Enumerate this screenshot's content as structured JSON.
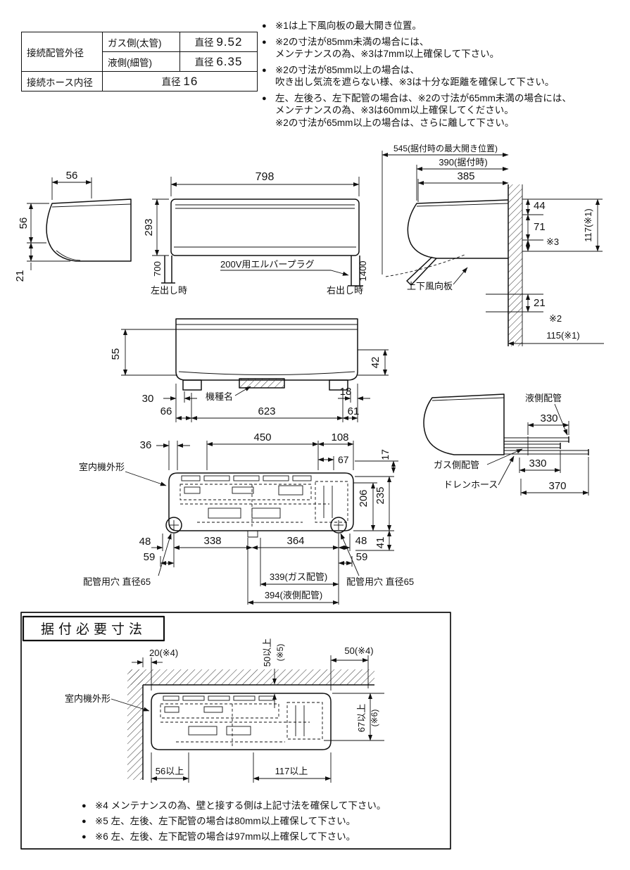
{
  "spec_table": {
    "r1c1": "接続配管外径",
    "r1c2": "ガス側(太管)",
    "r2c2": "液側(細管)",
    "r3c1": "接続ホース内径",
    "dia": "直径",
    "gas_od": "9.52",
    "liquid_od": "6.35",
    "hose_id": "16"
  },
  "notes": [
    {
      "b": "●",
      "t": "※1は上下風向板の最大開き位置。"
    },
    {
      "b": "●",
      "t": "※2の寸法が85mm未満の場合には、"
    },
    {
      "b": "",
      "t": "メンテナンスの為、※3は7mm以上確保して下さい。"
    },
    {
      "b": "●",
      "t": "※2の寸法が85mm以上の場合は、"
    },
    {
      "b": "",
      "t": "吹き出し気流を遮らない様、※3は十分な距離を確保して下さい。"
    },
    {
      "b": "●",
      "t": "左、左後ろ、左下配管の場合は、※2の寸法が65mm未満の場合には、"
    },
    {
      "b": "",
      "t": "メンテナンスの為、※3は60mm以上確保してください。"
    },
    {
      "b": "",
      "t": "※2の寸法が65mm以上の場合は、さらに離して下さい。"
    }
  ],
  "left_side": {
    "d56t": "56",
    "d56l": "56",
    "d21": "21"
  },
  "front": {
    "w798": "798",
    "h293": "293",
    "v700": "700",
    "v1400": "1400",
    "plug": "200V用エルバープラグ",
    "left_out": "左出し時",
    "right_out": "右出し時"
  },
  "right_side": {
    "d545": "545(据付時の最大開き位置)",
    "d390": "390(据付時)",
    "d385": "385",
    "d44": "44",
    "d71": "71",
    "s3": "※3",
    "d117": "117(※1)",
    "d21": "21",
    "s2": "※2",
    "d115": "115(※1)",
    "flap": "上下風向板"
  },
  "top_view": {
    "d55": "55",
    "d42": "42",
    "d30": "30",
    "d18": "18",
    "d66": "66",
    "d623": "623",
    "d61": "61",
    "model": "機種名"
  },
  "rear_view": {
    "d36": "36",
    "d450": "450",
    "d108": "108",
    "d67": "67",
    "d17": "17",
    "outline": "室内機外形",
    "d206": "206",
    "d235": "235",
    "d41": "41",
    "d48l": "48",
    "d338": "338",
    "d364": "364",
    "d48r": "48",
    "d59l": "59",
    "d59r": "59",
    "holeL": "配管用穴 直径65",
    "holeR": "配管用穴 直径65",
    "gas339": "339(ガス配管)",
    "liq394": "394(液側配管)"
  },
  "pipe_view": {
    "liquid": "液側配管",
    "d330a": "330",
    "gas": "ガス側配管",
    "d330b": "330",
    "drain": "ドレンホース",
    "d370": "370"
  },
  "install": {
    "title": "据付必要寸法",
    "d20": "20(※4)",
    "d50v": "50以上",
    "s5": "(※5)",
    "d50r": "50(※4)",
    "outline": "室内機外形",
    "d67v": "67以上",
    "s6": "(※6)",
    "d56": "56以上",
    "d117": "117以上"
  },
  "footnotes": [
    {
      "b": "●",
      "t": "※4 メンテナンスの為、壁と接する側は上記寸法を確保して下さい。"
    },
    {
      "b": "●",
      "t": "※5 左、左後、左下配管の場合は80mm以上確保して下さい。"
    },
    {
      "b": "●",
      "t": "※6 左、左後、左下配管の場合は97mm以上確保して下さい。"
    }
  ]
}
